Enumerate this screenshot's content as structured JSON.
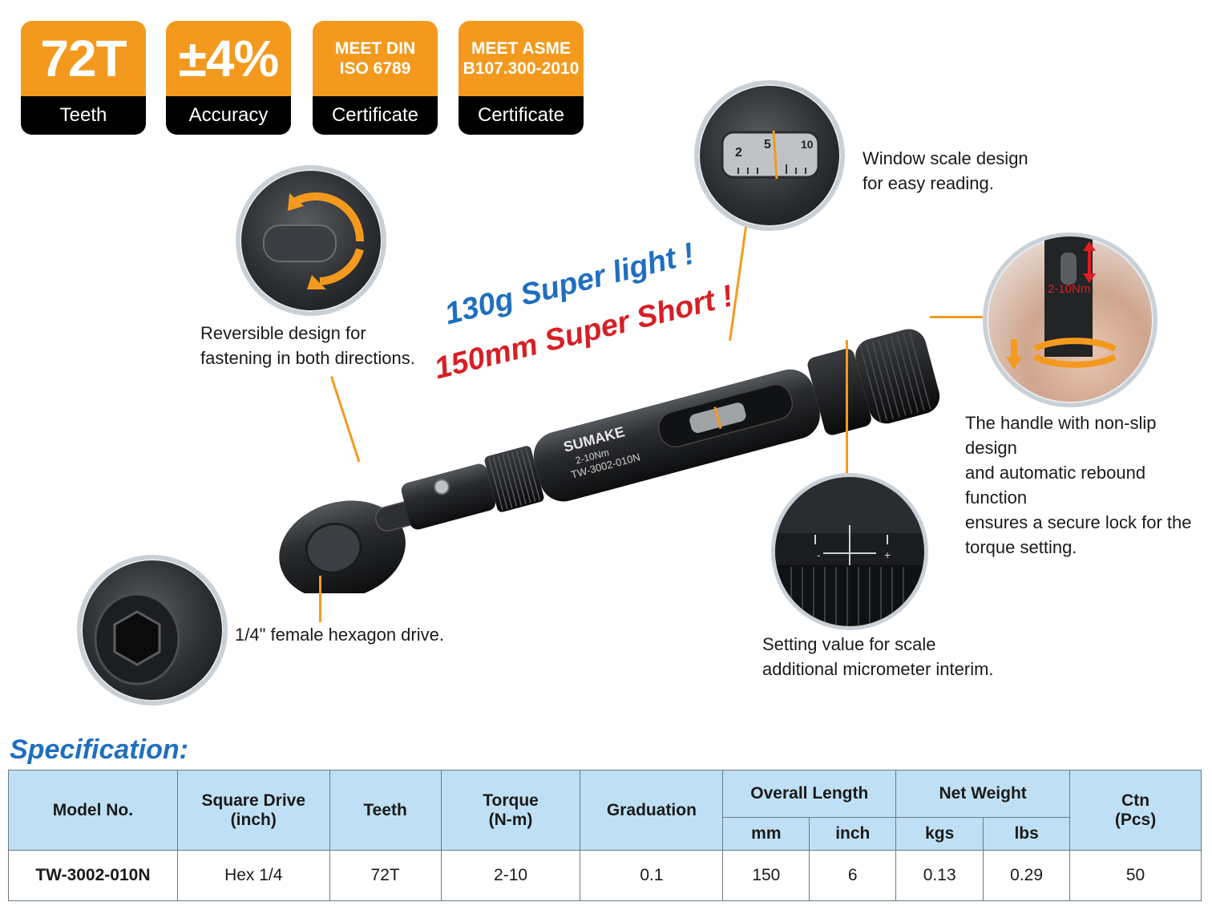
{
  "badges": [
    {
      "top": "72T",
      "bottom": "Teeth"
    },
    {
      "top": "±4%",
      "bottom": "Accuracy"
    },
    {
      "top_line1": "MEET DIN",
      "top_line2": "ISO 6789",
      "bottom": "Certificate"
    },
    {
      "top_line1": "MEET ASME",
      "top_line2": "B107.300-2010",
      "bottom": "Certificate"
    }
  ],
  "callouts": {
    "reversible": {
      "line1": "Reversible design for",
      "line2": "fastening in both directions."
    },
    "hex_drive": {
      "line1": "1/4\" female hexagon drive."
    },
    "window": {
      "line1": "Window scale design",
      "line2": "for easy reading."
    },
    "handle": {
      "line1": "The handle with non-slip design",
      "line2": "and automatic rebound function",
      "line3": "ensures a secure lock for the",
      "line4": "torque setting."
    },
    "setting": {
      "line1": "Setting value for scale",
      "line2": "additional micrometer interim."
    }
  },
  "product_print": {
    "brand": "SUMAKE",
    "range": "2-10Nm",
    "model": "TW-3002-010N",
    "scale_2": "2",
    "scale_5": "5",
    "scale_10": "10",
    "range_label": "2-10Nm",
    "minus": "-",
    "plus": "+"
  },
  "slogans": {
    "light": "130g Super light !",
    "short": "150mm Super Short !"
  },
  "spec": {
    "title": "Specification:",
    "headers": {
      "model": "Model No.",
      "square_drive_1": "Square Drive",
      "square_drive_2": "(inch)",
      "teeth": "Teeth",
      "torque_1": "Torque",
      "torque_2": "(N-m)",
      "graduation": "Graduation",
      "overall_length": "Overall Length",
      "mm": "mm",
      "inch": "inch",
      "net_weight": "Net Weight",
      "kgs": "kgs",
      "lbs": "lbs",
      "ctn_1": "Ctn",
      "ctn_2": "(Pcs)"
    },
    "rows": [
      {
        "model": "TW-3002-010N",
        "square_drive": "Hex 1/4",
        "teeth": "72T",
        "torque": "2-10",
        "graduation": "0.1",
        "mm": "150",
        "inch": "6",
        "kgs": "0.13",
        "lbs": "0.29",
        "ctn": "50"
      }
    ]
  },
  "colors": {
    "badge_orange": "#f39a1e",
    "slogan_blue": "#1f6fc0",
    "slogan_red": "#d61f26",
    "table_header": "#bfe0f4"
  }
}
